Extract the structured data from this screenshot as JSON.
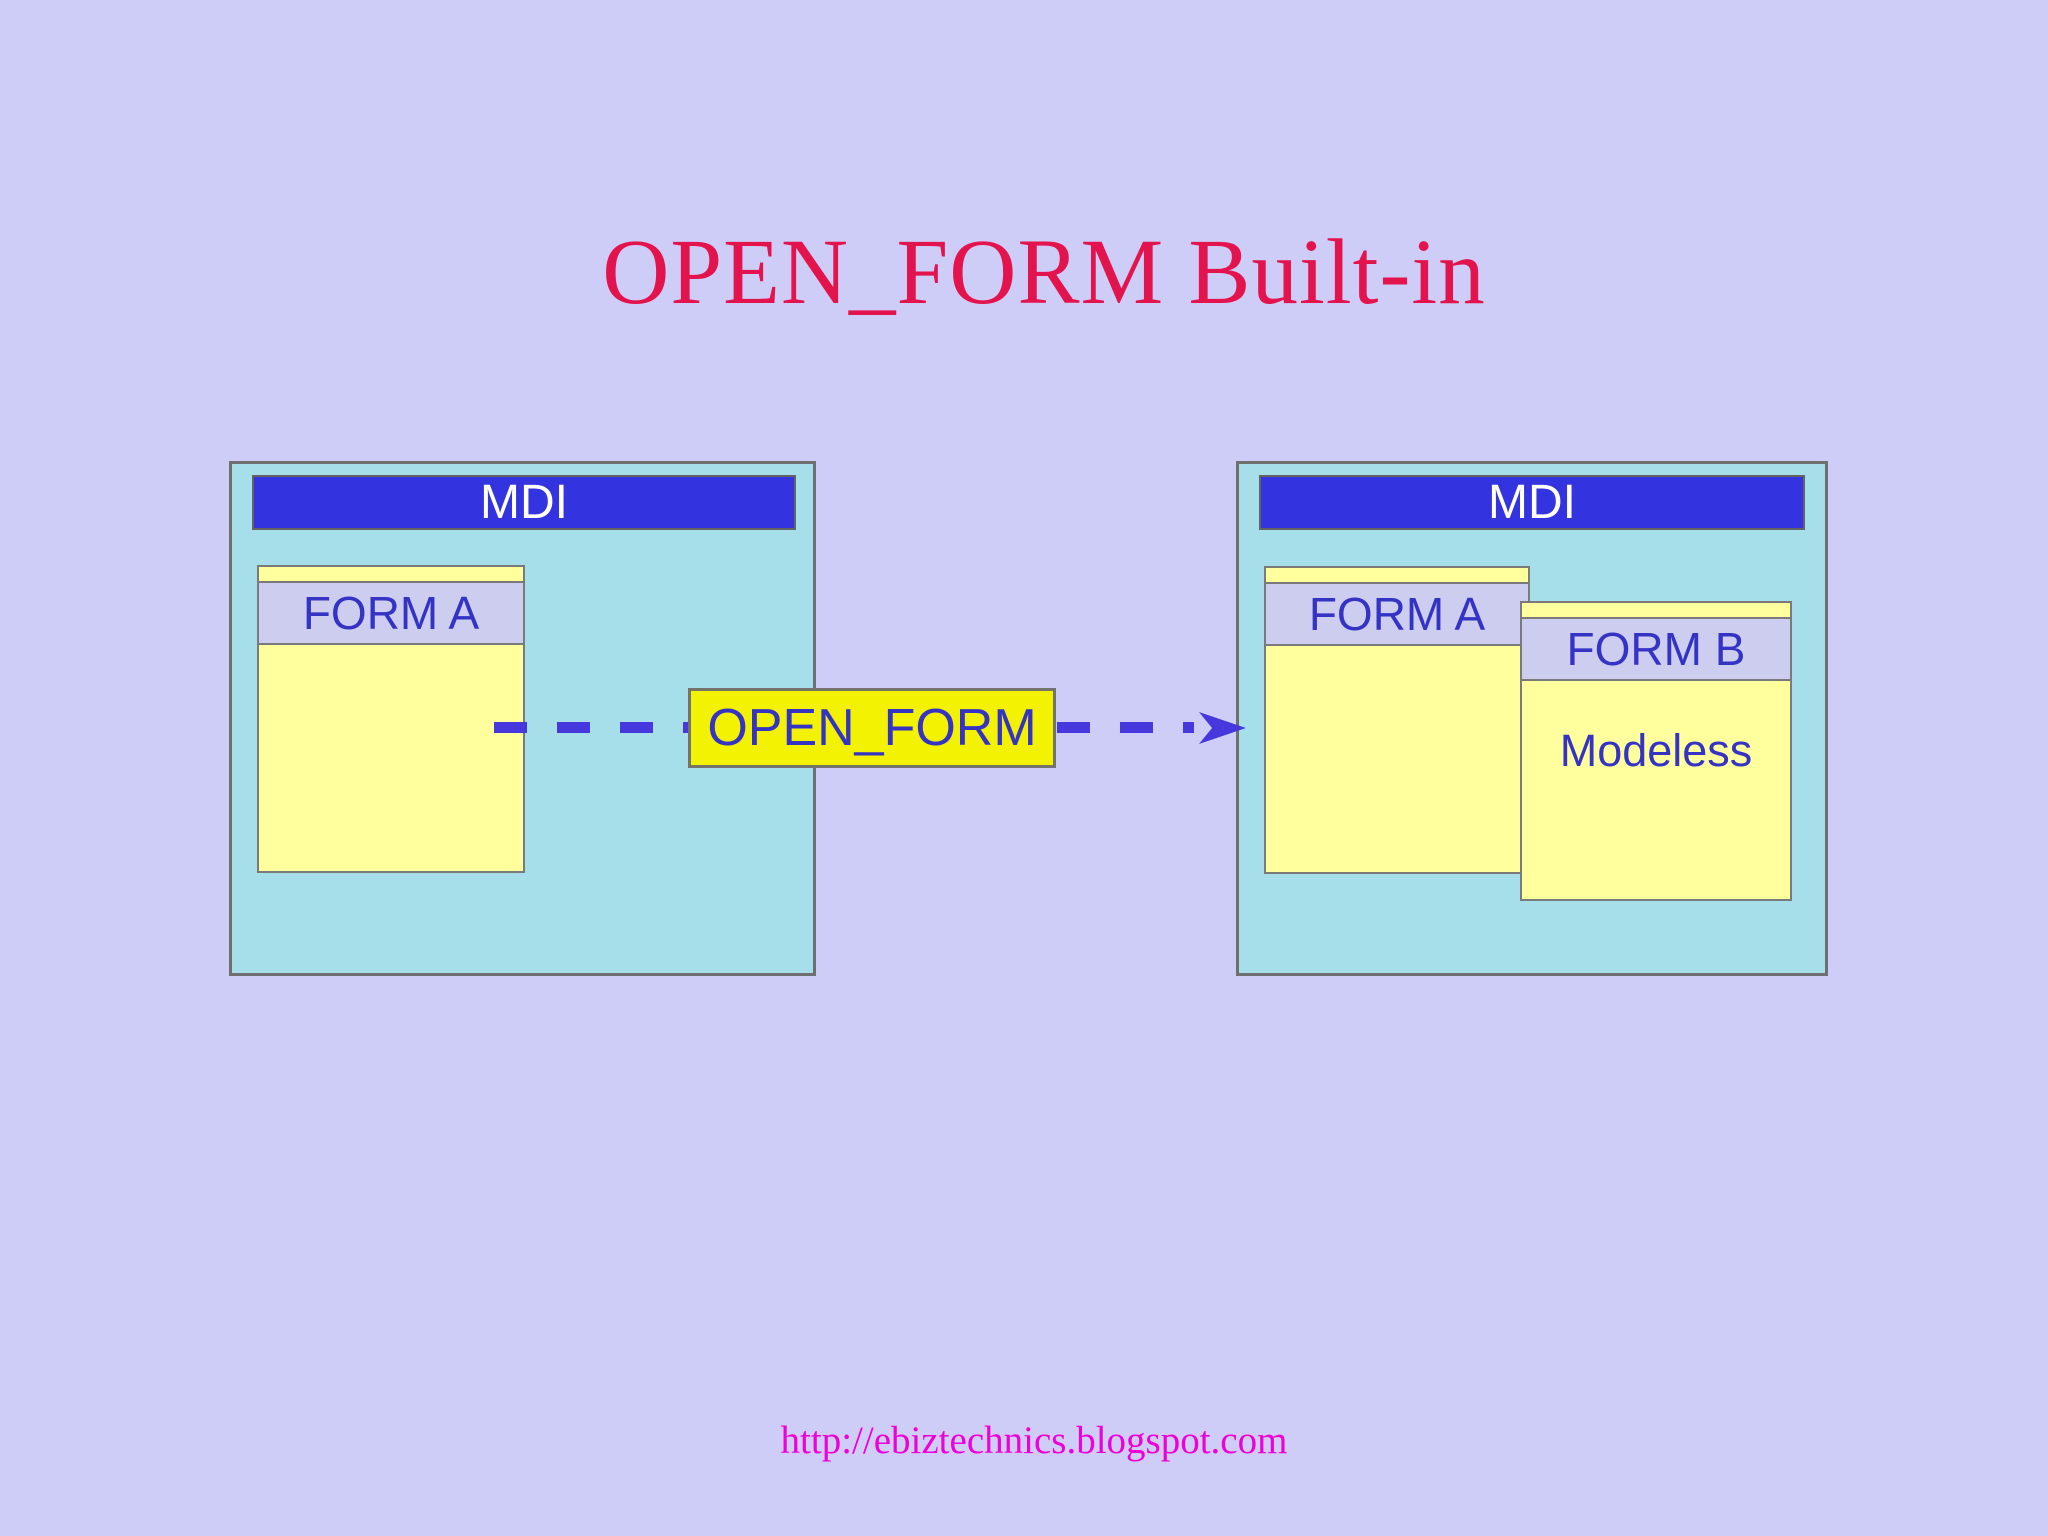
{
  "slide": {
    "title": "OPEN_FORM Built-in",
    "footer_url": "http://ebiztechnics.blogspot.com"
  },
  "diagram": {
    "left_window": {
      "titlebar": "MDI",
      "form_a": {
        "titlebar": "FORM A"
      }
    },
    "connector": {
      "label": "OPEN_FORM",
      "line_style": "dashed",
      "direction": "left-to-right"
    },
    "right_window": {
      "titlebar": "MDI",
      "form_a": {
        "titlebar": "FORM A"
      },
      "form_b": {
        "titlebar": "FORM B",
        "body_text": "Modeless"
      }
    }
  },
  "colors": {
    "background": "#cdcdf7",
    "title_text": "#e3134e",
    "footer_text": "#ee00d8",
    "mdi_container_fill": "#a6dee9",
    "mdi_titlebar_fill": "#3333df",
    "mdi_titlebar_text": "#ffffff",
    "form_fill": "#ffff9e",
    "form_titlebar_fill": "#cdcdf0",
    "form_label_text": "#3533c4",
    "connector_fill": "#f2f202",
    "connector_text": "#3533c4",
    "arrow_color": "#4638dd",
    "border_gray": "#7a7a7a"
  }
}
